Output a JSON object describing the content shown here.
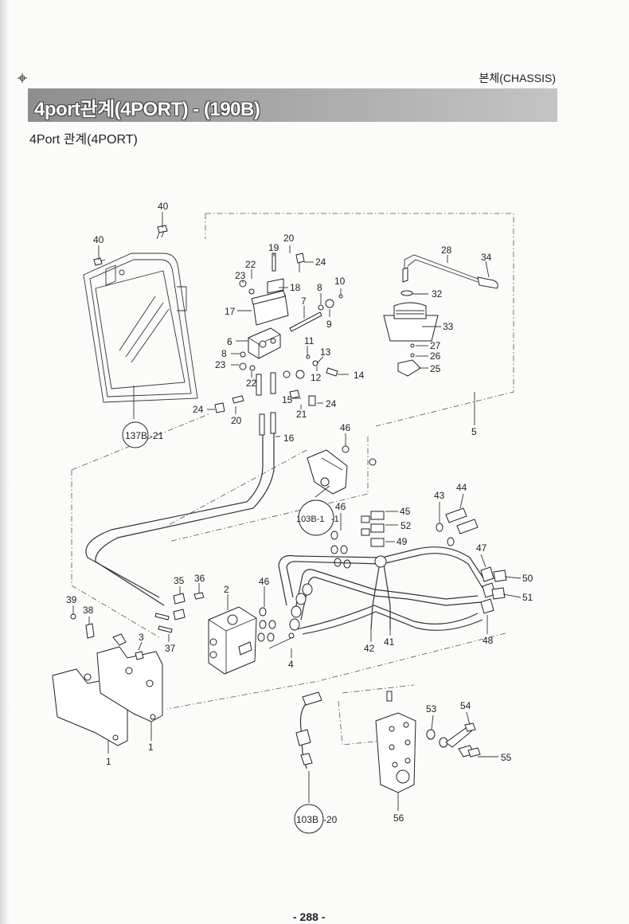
{
  "header": {
    "section": "본체(CHASSIS)",
    "title": "4port관계(4PORT) - (190B)",
    "subtitle": "4Port  관계(4PORT)"
  },
  "callouts": {
    "c40a": "40",
    "c40b": "40",
    "c20a": "20",
    "c19": "19",
    "c24a": "24",
    "c22a": "22",
    "c23a": "23",
    "c18": "18",
    "c8a": "8",
    "c10": "10",
    "c17": "17",
    "c7": "7",
    "c9": "9",
    "c6": "6",
    "c11": "11",
    "c8b": "8",
    "c13": "13",
    "c23b": "23",
    "c12": "12",
    "c14": "14",
    "c22b": "22",
    "c15": "15",
    "c24b": "24",
    "c24c": "24",
    "c21": "21",
    "c20b": "20",
    "c16": "16",
    "c28": "28",
    "c34": "34",
    "c32": "32",
    "c33": "33",
    "c27": "27",
    "c26": "26",
    "c25": "25",
    "c5": "5",
    "c46a": "46",
    "c46b": "46",
    "c45": "45",
    "c52": "52",
    "c49": "49",
    "c43": "43",
    "c44": "44",
    "c47": "47",
    "c50": "50",
    "c51": "51",
    "c48": "48",
    "c42": "42",
    "c41": "41",
    "c35": "35",
    "c36": "36",
    "c2": "2",
    "c46c": "46",
    "c39": "39",
    "c38": "38",
    "c3": "3",
    "c37": "37",
    "c4": "4",
    "c1a": "1",
    "c1b": "1",
    "c53": "53",
    "c54": "54",
    "c55": "55",
    "c56": "56"
  },
  "references": {
    "r137": "137B",
    "r137s": "-21",
    "r103a": "103B-1",
    "r103as": "-1",
    "r103b": "103B",
    "r103bs": "-20"
  },
  "footer": {
    "page": "- 288 -"
  }
}
